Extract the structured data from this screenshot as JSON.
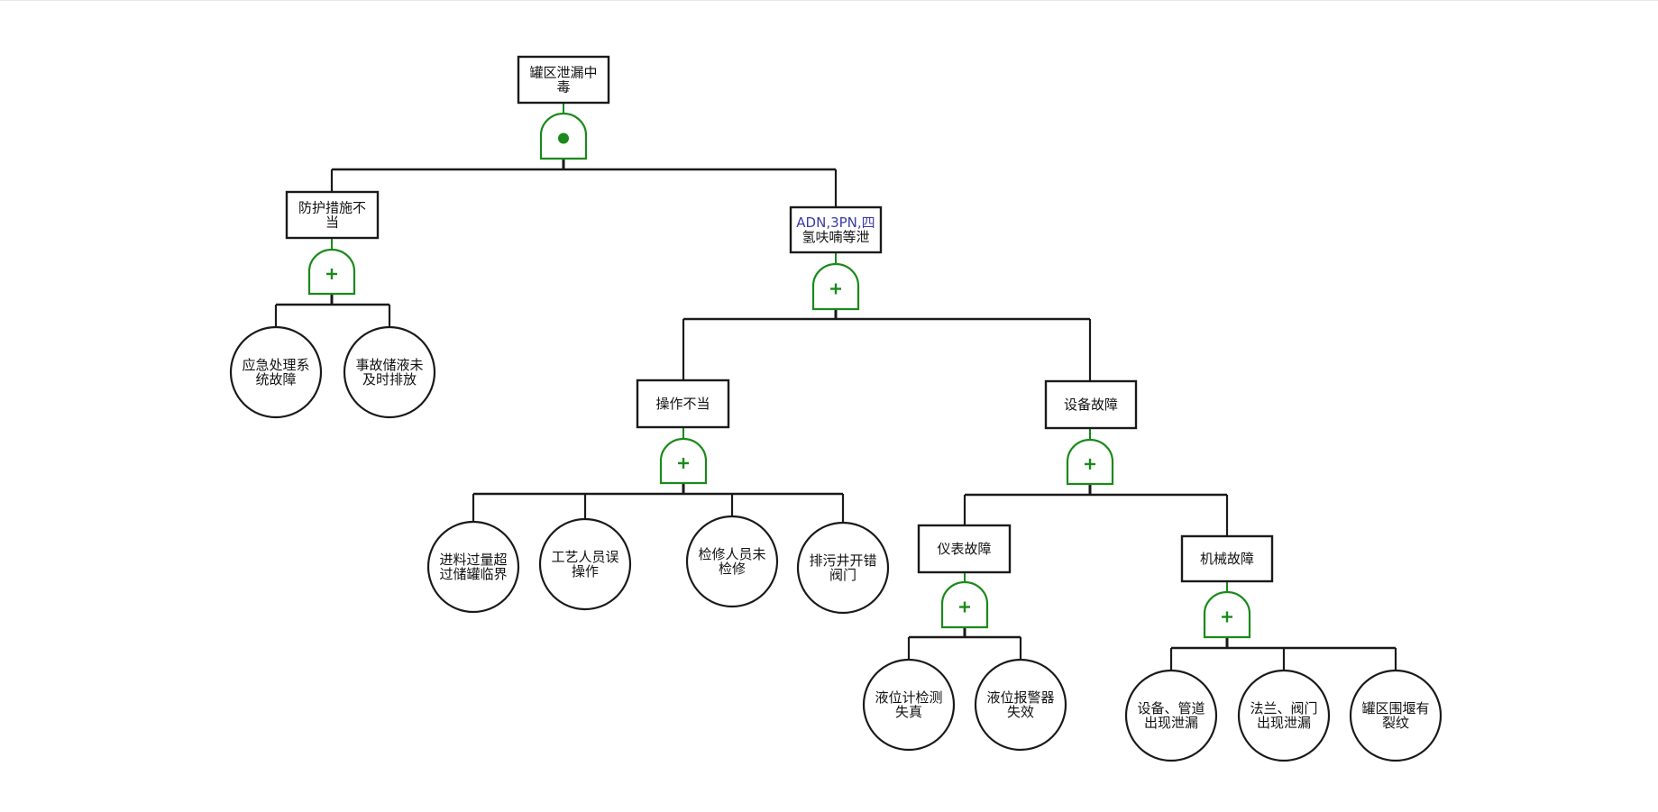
{
  "diagram": {
    "type": "fault-tree",
    "colors": {
      "line": "#1a1a1a",
      "gate": "#1a8a1a",
      "event_fill": "#ffffff",
      "adn_text_accent": "#3a3aa8"
    },
    "gate_symbols": {
      "and": "●",
      "or": "+"
    },
    "nodes": [
      {
        "id": "top",
        "kind": "intermediate",
        "label": [
          "罐区泄漏中",
          "毒"
        ],
        "gate": "and",
        "children": [
          "n1",
          "n2"
        ]
      },
      {
        "id": "n1",
        "kind": "intermediate",
        "label": [
          "防护措施不",
          "当"
        ],
        "gate": "or",
        "children": [
          "b1",
          "b2"
        ]
      },
      {
        "id": "b1",
        "kind": "basic",
        "label": [
          "应急处理系",
          "统故障"
        ]
      },
      {
        "id": "b2",
        "kind": "basic",
        "label": [
          "事故储液未",
          "及时排放"
        ]
      },
      {
        "id": "n2",
        "kind": "intermediate",
        "label": [
          "ADN,3PN,四",
          "氢呋喃等泄"
        ],
        "gate": "or",
        "children": [
          "n3",
          "n4"
        ]
      },
      {
        "id": "n3",
        "kind": "intermediate",
        "label": [
          "操作不当"
        ],
        "gate": "or",
        "children": [
          "b3",
          "b4",
          "b5",
          "b6"
        ]
      },
      {
        "id": "b3",
        "kind": "basic",
        "label": [
          "进料过量超",
          "过储罐临界"
        ]
      },
      {
        "id": "b4",
        "kind": "basic",
        "label": [
          "工艺人员误",
          "操作"
        ]
      },
      {
        "id": "b5",
        "kind": "basic",
        "label": [
          "检修人员未",
          "检修"
        ]
      },
      {
        "id": "b6",
        "kind": "basic",
        "label": [
          "排污井开错",
          "阀门"
        ]
      },
      {
        "id": "n4",
        "kind": "intermediate",
        "label": [
          "设备故障"
        ],
        "gate": "or",
        "children": [
          "n5",
          "n6"
        ]
      },
      {
        "id": "n5",
        "kind": "intermediate",
        "label": [
          "仪表故障"
        ],
        "gate": "or",
        "children": [
          "b7",
          "b8"
        ]
      },
      {
        "id": "b7",
        "kind": "basic",
        "label": [
          "液位计检测",
          "失真"
        ]
      },
      {
        "id": "b8",
        "kind": "basic",
        "label": [
          "液位报警器",
          "失效"
        ]
      },
      {
        "id": "n6",
        "kind": "intermediate",
        "label": [
          "机械故障"
        ],
        "gate": "or",
        "children": [
          "b9",
          "b10",
          "b11"
        ]
      },
      {
        "id": "b9",
        "kind": "basic",
        "label": [
          "设备、管道",
          "出现泄漏"
        ]
      },
      {
        "id": "b10",
        "kind": "basic",
        "label": [
          "法兰、阀门",
          "出现泄漏"
        ]
      },
      {
        "id": "b11",
        "kind": "basic",
        "label": [
          "罐区围堰有",
          "裂纹"
        ]
      }
    ]
  }
}
